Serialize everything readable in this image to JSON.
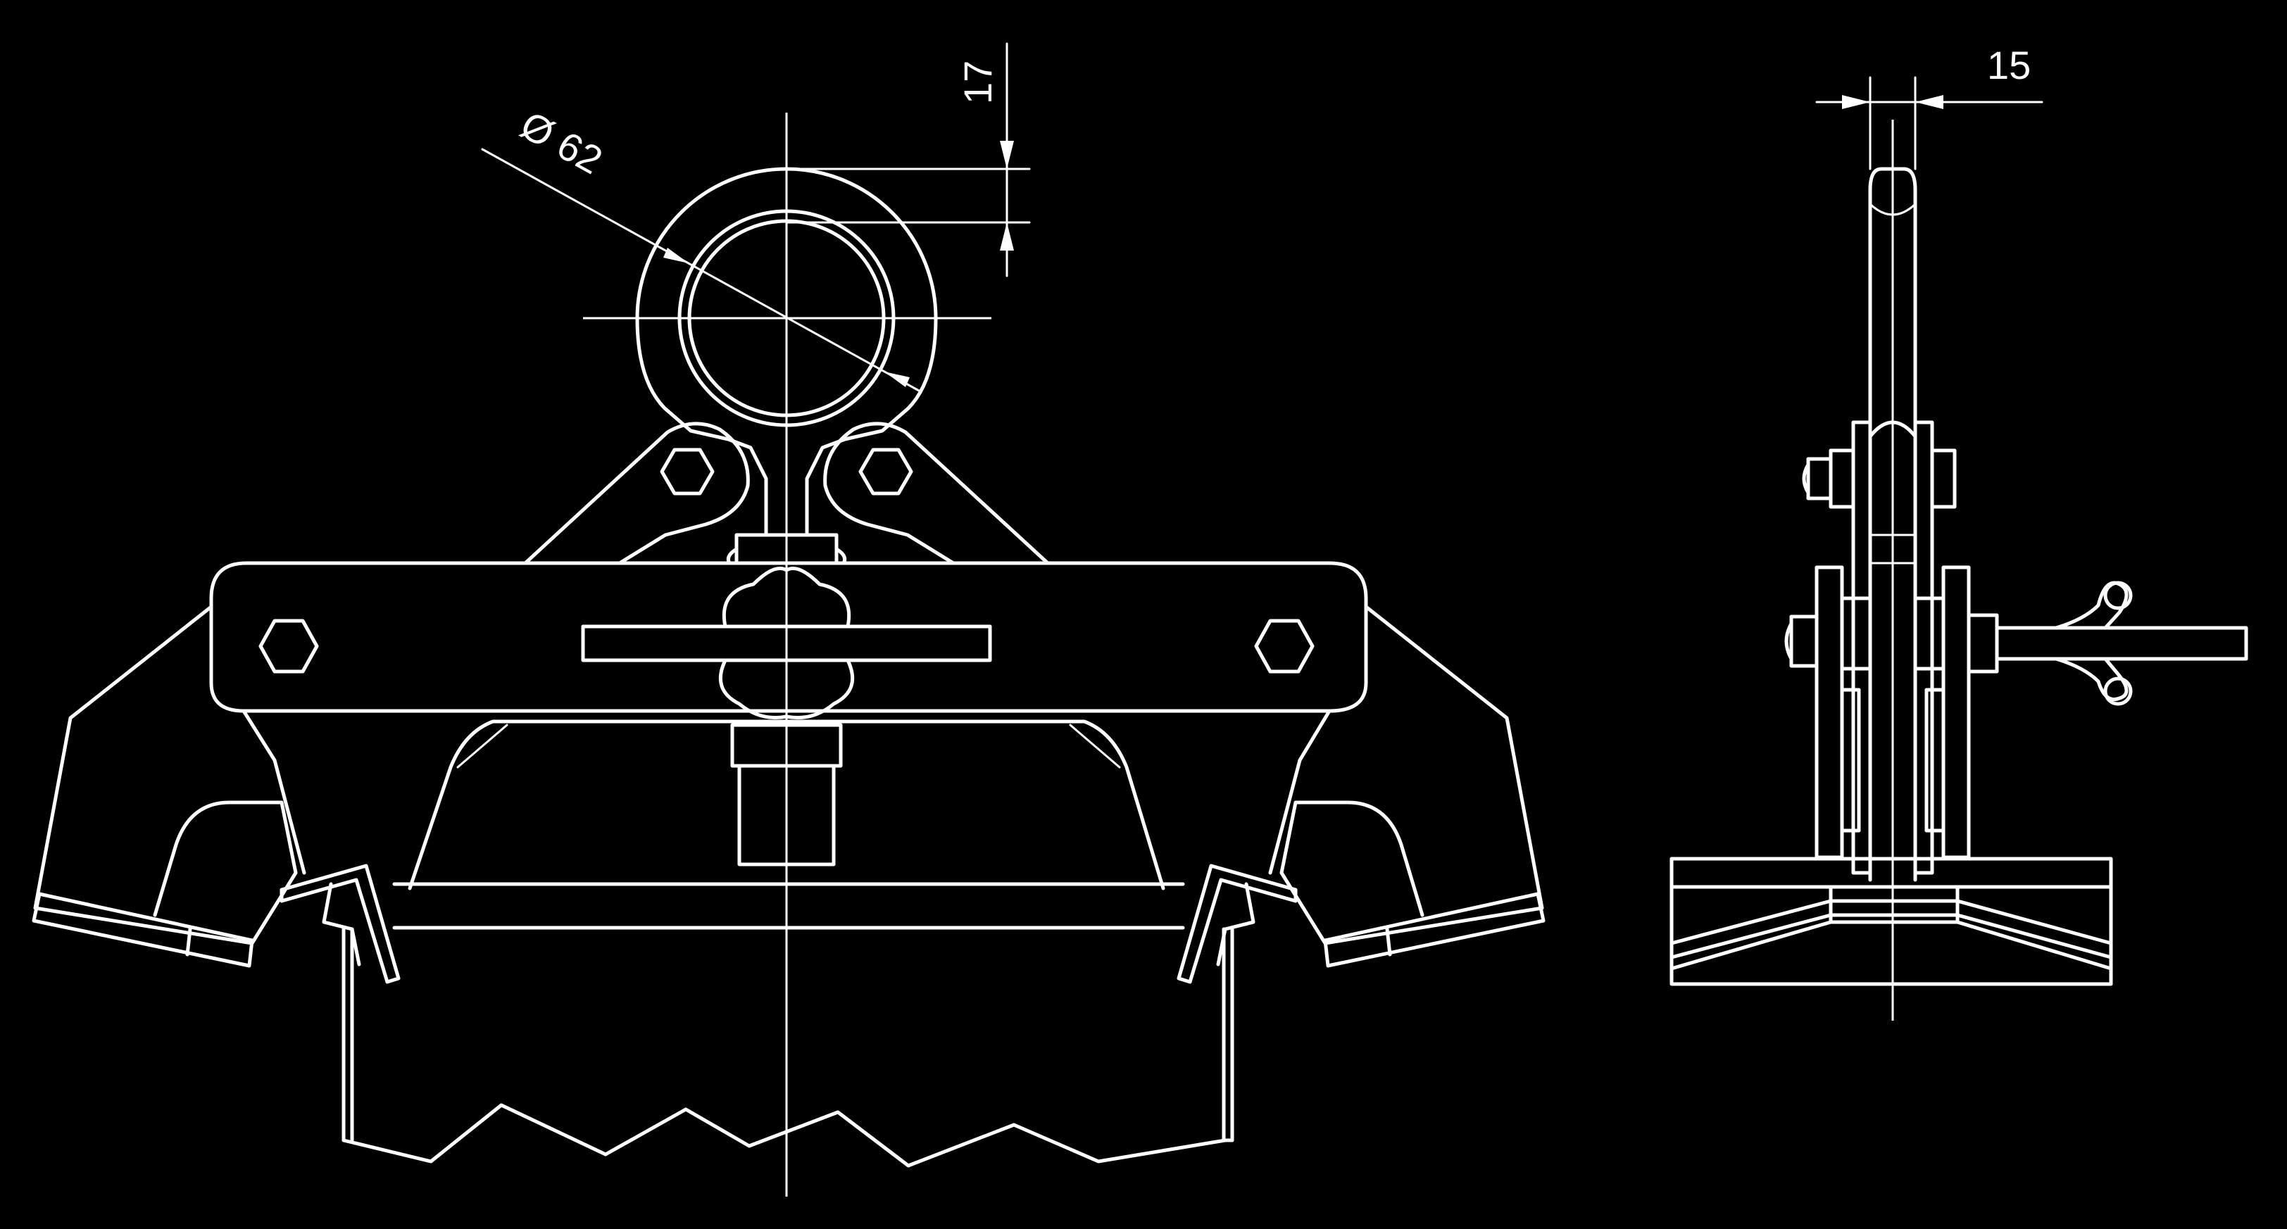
{
  "drawing": {
    "colors": {
      "background": "#000000",
      "line": "#ffffff"
    },
    "dimensions": {
      "ring_diameter": "Ø 62",
      "ring_wall": "17",
      "plate_thickness": "15"
    }
  }
}
